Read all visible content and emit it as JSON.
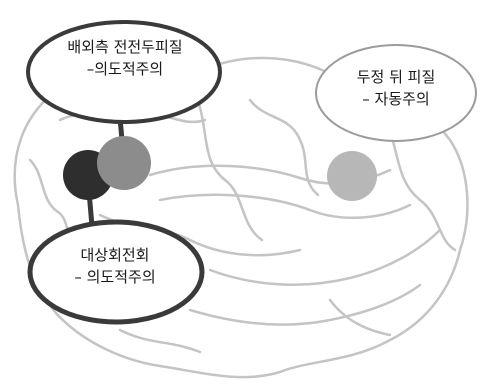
{
  "labels": {
    "dorsolateral_prefrontal": {
      "line1": "배외측 전전두피질",
      "line2": "–의도적주의"
    },
    "posterior_parietal": {
      "line1": "두정 뒤 피질",
      "line2": "– 자동주의"
    },
    "anterior_cingulate": {
      "line1": "대상회전회",
      "line2": "– 의도적주의"
    }
  },
  "colors": {
    "ellipse_dark": "#3a3a3a",
    "ellipse_light": "#9b9b9b",
    "region_prefrontal": "#8c8c8c",
    "region_cingulate": "#2e2e2e",
    "region_parietal": "#b7b7b7",
    "brain_outline": "#c4c4c4"
  }
}
